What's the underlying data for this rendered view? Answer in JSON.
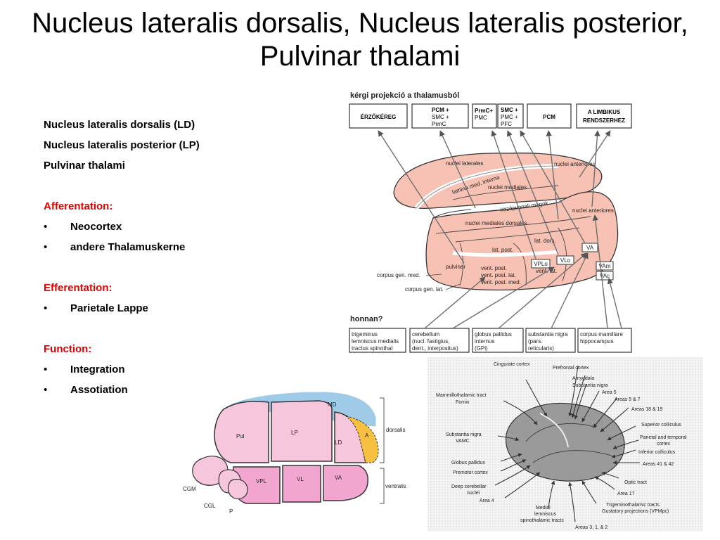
{
  "title": {
    "line1": "Nucleus lateralis dorsalis, Nucleus lateralis posterior,",
    "line2": "Pulvinar thalami"
  },
  "text_panel": {
    "items": [
      "Nucleus lateralis dorsalis (LD)",
      "Nucleus lateralis posterior (LP)",
      "Pulvinar thalami"
    ],
    "afferentation": {
      "heading": "Afferentation:",
      "bullets": [
        "Neocortex",
        "andere Thalamuskerne"
      ]
    },
    "efferentation": {
      "heading": "Efferentation:",
      "bullets": [
        "Parietale Lappe"
      ]
    },
    "function": {
      "heading": "Function:",
      "bullets": [
        "Integration",
        "Assotiation"
      ]
    },
    "bullet_glyph": "•"
  },
  "figure_projection": {
    "caption_top": "kérgi projekció a thalamusból",
    "cortex_boxes": [
      {
        "lines": [
          "ÉRZŐKÉREG"
        ]
      },
      {
        "lines": [
          "PCM +",
          "SMC +",
          "PrmC"
        ]
      },
      {
        "lines": [
          "PrmC+",
          "PMC"
        ]
      },
      {
        "lines": [
          "SMC +",
          "PMC +",
          "PFC"
        ]
      },
      {
        "lines": [
          "PCM"
        ]
      },
      {
        "lines": [
          "A LIMBIKUS",
          "RENDSZERHEZ"
        ]
      }
    ],
    "nuclei_labels": {
      "nuclei_laterales": "nuclei laterales",
      "lamina": "lamina med. interna",
      "nuclei_anteriores_top": "nuclei anteriores",
      "nuclei_mediales": "nuclei mediales",
      "kozepvonali": "középvonali magok",
      "nuclei_anteriores": "nuclei anteriores",
      "nuclei_mediales_dorsales": "nuclei mediales dorsales",
      "lat_dors": "lat. dors.",
      "lat_post": "lat. post.",
      "va": "VA",
      "vplo": "VPLo",
      "vlo": "VLo",
      "vent_lat": "vent. lat.",
      "vam": "VAm",
      "vac": "VAc",
      "pulvinar": "pulvinar",
      "vent_post": "vent. post.",
      "vent_post_lat": "vent. post. lat.",
      "vent_post_med": "vent. post. med.",
      "corpus_gen_med": "corpus gen. med.",
      "corpus_gen_lat": "corpus gen. lat."
    },
    "caption_bottom": "honnan?",
    "source_boxes": [
      {
        "lines": [
          "trigeminus",
          "lemniscus medialis",
          "tractus spinothal"
        ]
      },
      {
        "lines": [
          "cerebellum",
          "(nucl. fastigius,",
          "dent., interpositus)"
        ]
      },
      {
        "lines": [
          "globus pallidus",
          "internus",
          "(GPi)"
        ]
      },
      {
        "lines": [
          "substantia nigra",
          "(pars.",
          "reticularis)"
        ]
      },
      {
        "lines": [
          "corpus mamillare",
          "hippocampus"
        ]
      }
    ]
  },
  "figure_schematic": {
    "labels": {
      "md": "MD",
      "pul": "Pul",
      "lp": "LP",
      "ld": "LD",
      "a": "A",
      "vpl": "VPL",
      "vl": "VL",
      "va": "VA",
      "cgm": "CGM",
      "cgl": "CGL",
      "p": "P",
      "dorsalis": "dorsalis",
      "ventralis": "ventralis"
    },
    "colors": {
      "pink": "#f6c6dd",
      "blue": "#9fcbe9",
      "orange": "#f7c040",
      "vent": "#f2a6cf"
    }
  },
  "figure_connections": {
    "labels": [
      "Cingurate cortex",
      "Prefrontal cortex",
      "Amygdala",
      "Substantia nigra",
      "Area 5",
      "Areas 5 & 7",
      "Mammillothalamic  tract",
      "Fornix",
      "Areas 18 & 19",
      "Superior colliculus",
      "Substantia nigra",
      "VAMC",
      "Parietal and temporal",
      "cortex",
      "Inferior colliculus",
      "Globus pallidus",
      "Areas 41 & 42",
      "Premotor cortex",
      "Deep cerebellar",
      "nuclei",
      "Optic tract",
      "Area 4",
      "Area 17",
      "Medial",
      "lemniscus",
      "spinothalamic tracts",
      "Trigeminothalamic tracts",
      "Gustatory projections (VPMpc)",
      "Areas 3, 1, & 2"
    ]
  }
}
